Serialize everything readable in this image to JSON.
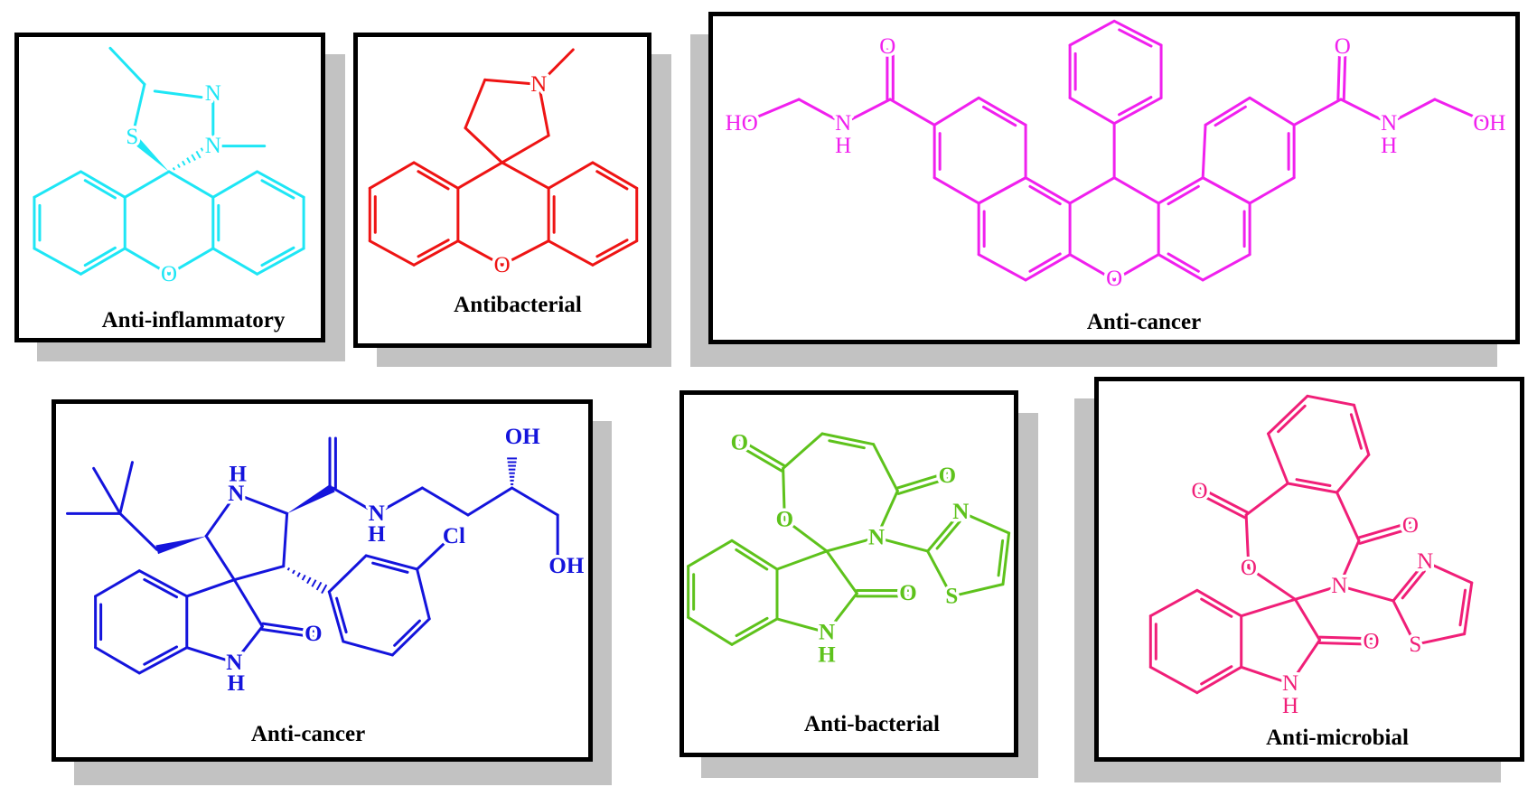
{
  "molecules": [
    {
      "caption": "Anti-inflammatory",
      "color": "#1ee6f5",
      "atoms": [
        "O",
        "S",
        "N",
        "N"
      ]
    },
    {
      "caption": "Antibacterial",
      "color": "#ee1414",
      "atoms": [
        "O",
        "N"
      ]
    },
    {
      "caption": "Anti-cancer",
      "color": "#f020ee",
      "atoms": [
        "O",
        "O",
        "O",
        "N",
        "H",
        "HO",
        "N",
        "H",
        "OH"
      ]
    },
    {
      "caption": "Anti-cancer",
      "color": "#1414dc",
      "atoms": [
        "N",
        "H",
        "N",
        "H",
        "OH",
        "OH",
        "Cl",
        "O",
        "N",
        "H"
      ]
    },
    {
      "caption": "Anti-bacterial",
      "color": "#5ec21c",
      "atoms": [
        "O",
        "O",
        "O",
        "N",
        "N",
        "S",
        "O",
        "N",
        "H"
      ]
    },
    {
      "caption": "Anti-microbial",
      "color": "#f01f78",
      "atoms": [
        "O",
        "O",
        "O",
        "N",
        "N",
        "S",
        "O",
        "N",
        "H"
      ]
    }
  ]
}
